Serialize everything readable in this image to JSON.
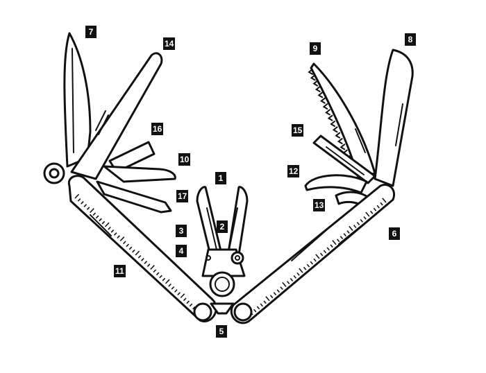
{
  "diagram": {
    "labels": [
      "1",
      "2",
      "3",
      "4",
      "5",
      "6",
      "7",
      "8",
      "9",
      "10",
      "11",
      "12",
      "13",
      "14",
      "15",
      "16",
      "17"
    ]
  },
  "colors": {
    "ink": "#111111",
    "background": "#ffffff",
    "label_bg": "#111111",
    "label_text": "#ffffff"
  }
}
